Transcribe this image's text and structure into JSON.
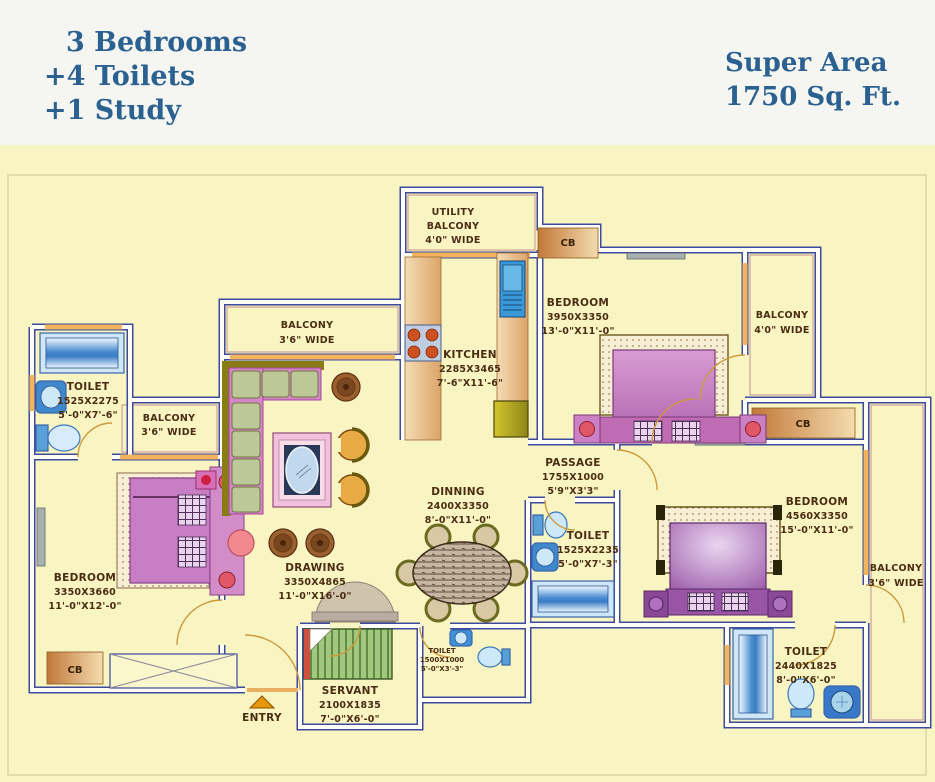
{
  "header": {
    "left_lines": [
      "3 Bedrooms",
      "+4 Toilets",
      "+1 Study"
    ],
    "right_lines": [
      "Super Area",
      "1750 Sq. Ft."
    ],
    "text_color": "#2b6190"
  },
  "plan": {
    "colors": {
      "background": "#f9f5c3",
      "wall": "#3d4a9e",
      "label_text": "#4a2c12",
      "window": "#f2b45c",
      "bed_pink": "#c77ec4",
      "bed_purple": "#9a58a8",
      "fixture_blue": "#4a8cd0",
      "cupboard_tan": "#c2783a"
    },
    "rooms": {
      "toilet_tl": {
        "name": "TOILET",
        "mm": "1525X2275",
        "ft": "5'-0\"X7'-6\""
      },
      "bedroom_left": {
        "name": "BEDROOM",
        "mm": "3350X3660",
        "ft": "11'-0\"X12'-0\""
      },
      "drawing": {
        "name": "DRAWING",
        "mm": "3350X4865",
        "ft": "11'-0\"X16'-0\""
      },
      "dinning": {
        "name": "DINNING",
        "mm": "2400X3350",
        "ft": "8'-0\"X11'-0\""
      },
      "kitchen": {
        "name": "KITCHEN",
        "mm": "2285X3465",
        "ft": "7'-6\"X11'-6\""
      },
      "bedroom_top": {
        "name": "BEDROOM",
        "mm": "3950X3350",
        "ft": "13'-0\"X11'-0\""
      },
      "passage": {
        "name": "PASSAGE",
        "mm": "1755X1000",
        "ft": "5'9\"X3'3\""
      },
      "toilet_mid": {
        "name": "TOILET",
        "mm": "1525X2235",
        "ft": "5'-0\"X7'-3\""
      },
      "bedroom_right": {
        "name": "BEDROOM",
        "mm": "4560X3350",
        "ft": "15'-0\"X11'-0\""
      },
      "toilet_br": {
        "name": "TOILET",
        "mm": "2440X1825",
        "ft": "8'-0\"X6'-0\""
      },
      "servant": {
        "name": "SERVANT",
        "mm": "2100X1835",
        "ft": "7'-0\"X6'-0\""
      },
      "toilet_small": {
        "name": "TOILET",
        "mm": "1500X1000",
        "ft": "5'-0\"X3'-3\""
      }
    },
    "balconies": {
      "top_center": {
        "l1": "BALCONY",
        "l2": "3'6\" WIDE"
      },
      "left": {
        "l1": "BALCONY",
        "l2": "3'6\" WIDE"
      },
      "utility": {
        "l1": "UTILITY",
        "l2": "BALCONY",
        "l3": "4'0\" WIDE"
      },
      "top_right": {
        "l1": "BALCONY",
        "l2": "4'0\" WIDE"
      },
      "right": {
        "l1": "BALCONY",
        "l2": "3'6\" WIDE"
      }
    },
    "cupboard_label": "CB",
    "entry_label": "ENTRY"
  }
}
